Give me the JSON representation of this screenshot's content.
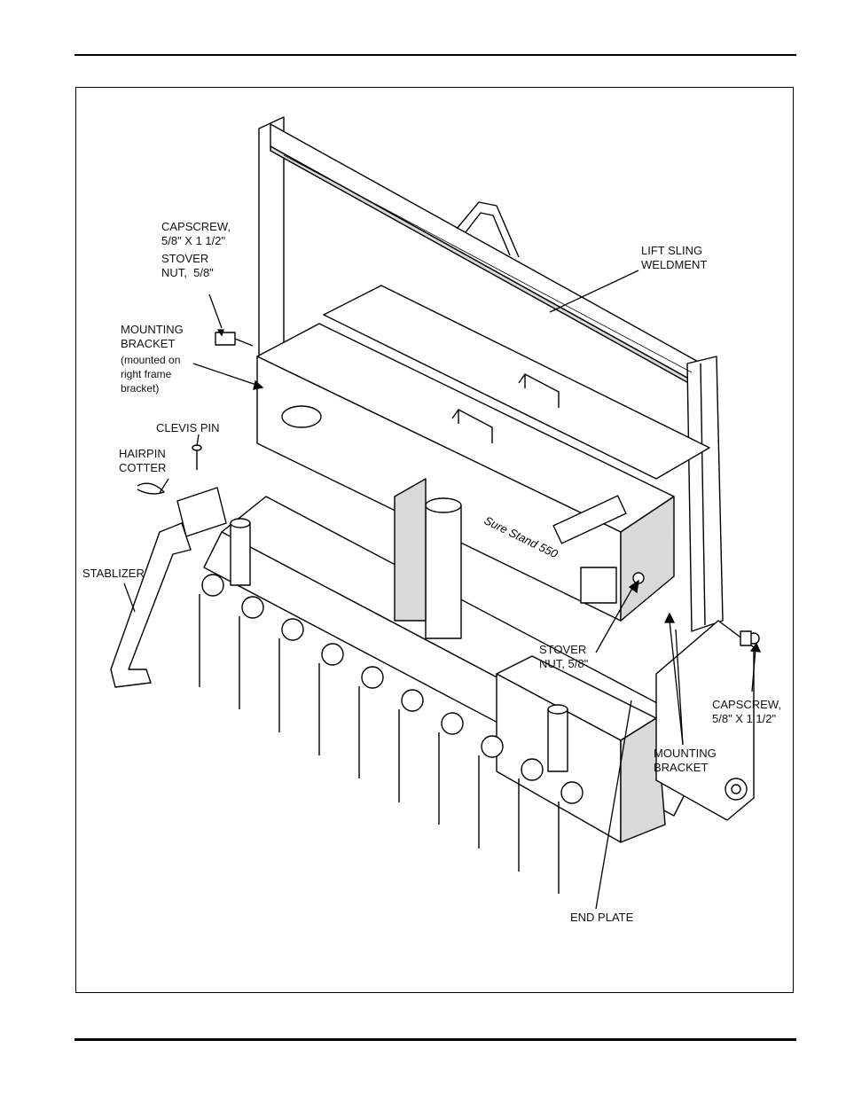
{
  "callouts": {
    "capscrew_left": "CAPSCREW,\n5/8\" X 1 1/2\"",
    "stover_nut_left": "STOVER\nNUT,  5/8\"",
    "mounting_bracket_left": "MOUNTING\nBRACKET",
    "mounting_bracket_left_note": "(mounted on\nright frame\nbracket)",
    "clevis_pin": "CLEVIS PIN",
    "hairpin_cotter": "HAIRPIN\nCOTTER",
    "stablizer": "STABLIZER",
    "lift_sling_weldment": "LIFT SLING\nWELDMENT",
    "stover_nut_right": "STOVER\nNUT, 5/8\"",
    "capscrew_right": "CAPSCREW,\n5/8\" X 1 1/2\"",
    "mounting_bracket_right": "MOUNTING\nBRACKET",
    "end_plate": "END PLATE"
  },
  "hopper_label": "Sure Stand 550",
  "colors": {
    "line": "#000000",
    "fill": "#ffffff",
    "shade": "#d9d9d9"
  }
}
